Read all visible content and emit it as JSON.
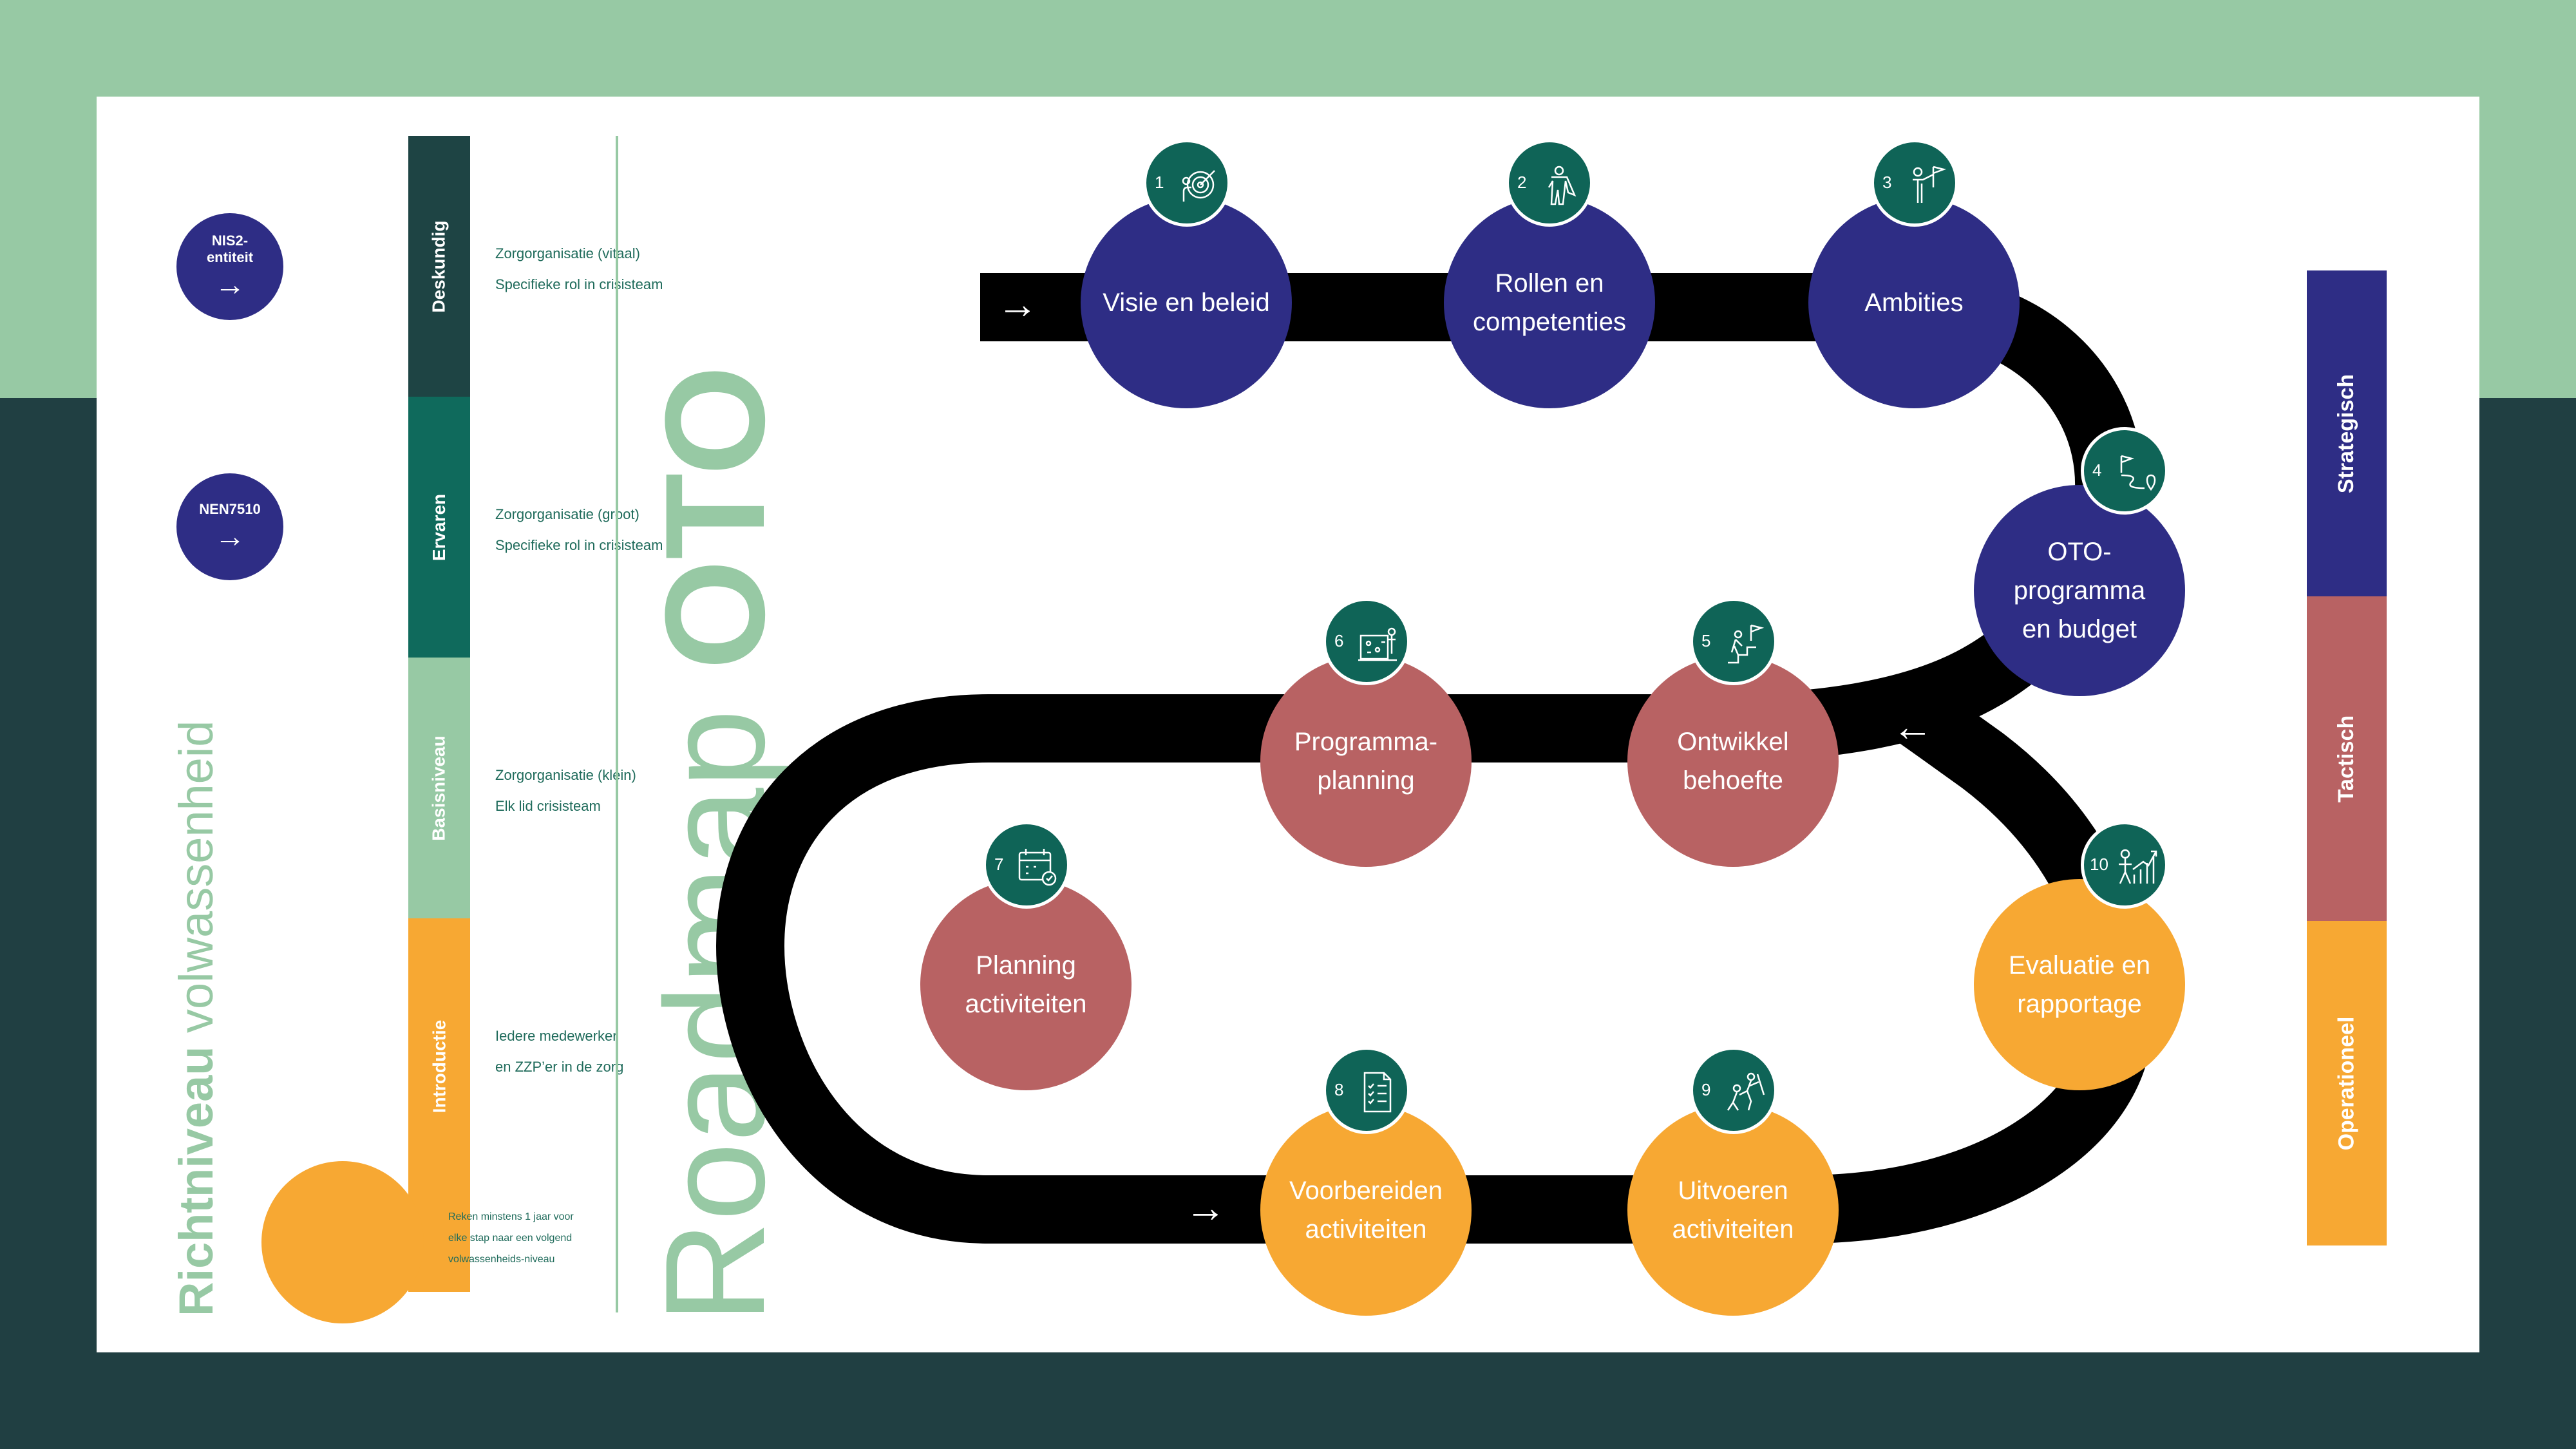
{
  "title": {
    "part1": "Roadmap ",
    "part2": "OTO"
  },
  "maturity_axis": {
    "bold": "Richtniveau",
    "regular": " volwassenheid"
  },
  "entities": [
    {
      "label_line1": "NIS2-",
      "label_line2": "entiteit",
      "arrow": "→"
    },
    {
      "label_line1": "NEN7510",
      "label_line2": "",
      "arrow": "→"
    }
  ],
  "levels": [
    {
      "name": "Deskundig",
      "color": "#1e4444",
      "desc_line1": "Zorgorganisatie (vitaal)",
      "desc_line2": "Specifieke rol in crisisteam"
    },
    {
      "name": "Ervaren",
      "color": "#0f6a5c",
      "desc_line1": "Zorgorganisatie (groot)",
      "desc_line2": "Specifieke rol in crisisteam"
    },
    {
      "name": "Basisniveau",
      "color": "#97c9a4",
      "desc_line1": "Zorgorganisatie (klein)",
      "desc_line2": "Elk lid crisisteam"
    },
    {
      "name": "Introductie",
      "color": "#f7a833",
      "desc_line1": "Iedere medewerker",
      "desc_line2": "en ZZP’er in de zorg"
    }
  ],
  "note": {
    "line1": "Reken minstens 1 jaar voor",
    "line2": "elke stap naar een volgend",
    "line3": "volwassenheids-niveau"
  },
  "categories": [
    {
      "name": "Strategisch",
      "color": "#2e2d85"
    },
    {
      "name": "Tactisch",
      "color": "#b86263"
    },
    {
      "name": "Operationeel",
      "color": "#f7a833"
    }
  ],
  "steps": [
    {
      "num": "1",
      "label_line1": "Visie en beleid",
      "label_line2": "",
      "label_line3": "",
      "icon": "target-icon",
      "category": "Strategisch"
    },
    {
      "num": "2",
      "label_line1": "Rollen en",
      "label_line2": "competenties",
      "label_line3": "",
      "icon": "hero-icon",
      "category": "Strategisch"
    },
    {
      "num": "3",
      "label_line1": "Ambities",
      "label_line2": "",
      "label_line3": "",
      "icon": "person-flag-icon",
      "category": "Strategisch"
    },
    {
      "num": "4",
      "label_line1": "OTO-",
      "label_line2": "programma",
      "label_line3": "en budget",
      "icon": "route-icon",
      "category": "Strategisch"
    },
    {
      "num": "5",
      "label_line1": "Ontwikkel",
      "label_line2": "behoefte",
      "label_line3": "",
      "icon": "climbing-stairs-icon",
      "category": "Tactisch"
    },
    {
      "num": "6",
      "label_line1": "Programma-",
      "label_line2": "planning",
      "label_line3": "",
      "icon": "planning-board-icon",
      "category": "Tactisch"
    },
    {
      "num": "7",
      "label_line1": "Planning",
      "label_line2": "activiteiten",
      "label_line3": "",
      "icon": "calendar-icon",
      "category": "Tactisch"
    },
    {
      "num": "8",
      "label_line1": "Voorbereiden",
      "label_line2": "activiteiten",
      "label_line3": "",
      "icon": "checklist-icon",
      "category": "Operationeel"
    },
    {
      "num": "9",
      "label_line1": "Uitvoeren",
      "label_line2": "activiteiten",
      "label_line3": "",
      "icon": "team-climb-icon",
      "category": "Operationeel"
    },
    {
      "num": "10",
      "label_line1": "Evaluatie en",
      "label_line2": "rapportage",
      "label_line3": "",
      "icon": "growth-chart-icon",
      "category": "Operationeel"
    }
  ],
  "path_arrows": {
    "start": "→",
    "middle": "←",
    "bottom": "→"
  },
  "colors": {
    "strategic": "#2e2d85",
    "tactical": "#b86263",
    "operational": "#f7a833",
    "badge": "#0f6457",
    "road": "#000000",
    "title_green": "#97c9a4"
  }
}
